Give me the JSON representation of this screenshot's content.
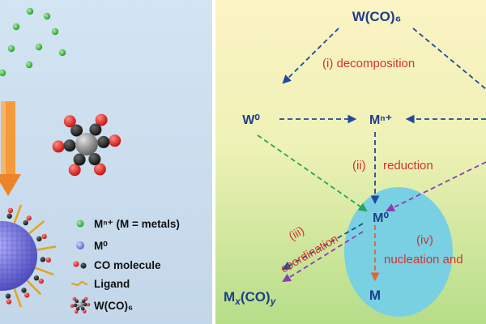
{
  "colors": {
    "left_bg_top": "#d3e4f2",
    "left_bg_bottom": "#c3d7ea",
    "right_bg_top": "#fbf3c4",
    "right_bg_bottom": "#b6dd88",
    "node_text": "#1f3e8c",
    "step_text": "#d6322e",
    "blue_arrow": "#1f4a9c",
    "green_arrow": "#27a35a",
    "purple_arrow": "#8a3fb0",
    "orange_arrow": "#e8622a",
    "nucleation_blob": "#74cfe6"
  },
  "nodes": {
    "wco6": "W(CO)₆",
    "w0": "W⁰",
    "mn_plus": "Mⁿ⁺",
    "m0": "M⁰",
    "m": "M",
    "mxcoy_m": "M",
    "mxcoy_x": "x",
    "mxcoy_co": "(CO)",
    "mxcoy_y": "y"
  },
  "steps": {
    "decomposition": "(i)  decomposition",
    "reduction_num": "(ii)",
    "reduction": "reduction",
    "coordination_num": "(iii)",
    "coordination": "coordination",
    "nucleation_num": "(iv)",
    "nucleation": "nucleation and"
  },
  "legend": [
    {
      "icon": "green-sphere-icon",
      "label": "Mⁿ⁺ (M = metals)"
    },
    {
      "icon": "purple-sphere-icon",
      "label": "M⁰"
    },
    {
      "icon": "co-molecule-icon",
      "label": "CO molecule"
    },
    {
      "icon": "ligand-icon",
      "label": "Ligand"
    },
    {
      "icon": "wco6-icon",
      "label": "W(CO)₆"
    }
  ]
}
